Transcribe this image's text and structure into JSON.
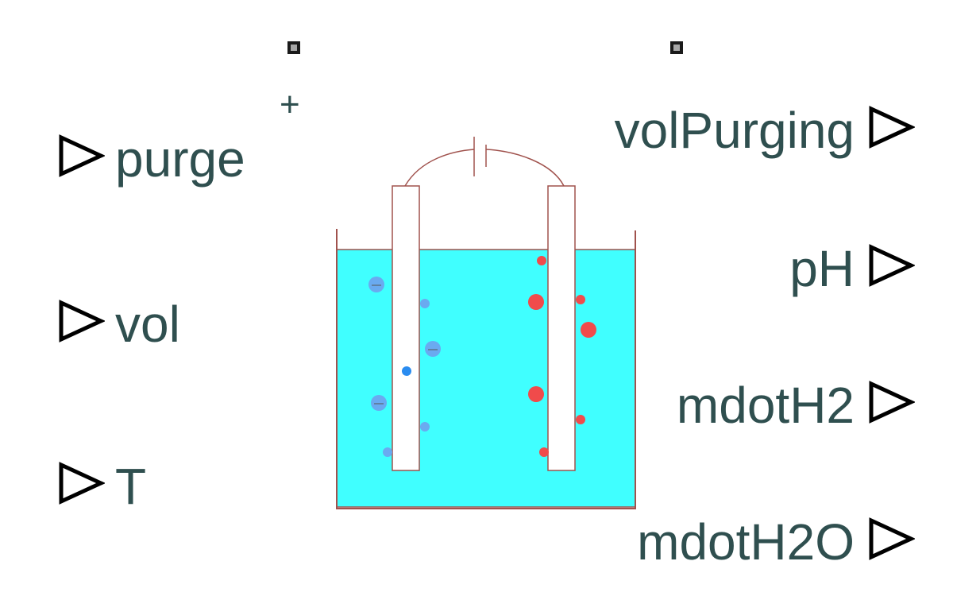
{
  "title": "",
  "inputs": [
    {
      "label": "purge"
    },
    {
      "label": "vol"
    },
    {
      "label": "T"
    }
  ],
  "outputs": [
    {
      "label": "volPurging"
    },
    {
      "label": "pH"
    },
    {
      "label": "mdotH2"
    },
    {
      "label": "mdotH2O"
    }
  ],
  "pins": {
    "positive_symbol": "+"
  },
  "colors": {
    "label_text": "#2f4f4f",
    "electrolyte": "#40ffff",
    "tank_outline": "#a0524d",
    "anion_bubbles": "#6aaaf0",
    "cation_bubbles": "#f04b4b",
    "connector_fill": "#a7a7a7"
  }
}
